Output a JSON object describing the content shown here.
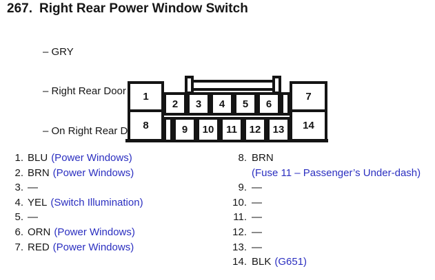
{
  "colors": {
    "signal_blue": "#2a2ec0",
    "text": "#161616"
  },
  "header": {
    "number": "267.",
    "title": "Right Rear Power Window Switch",
    "details": [
      "– GRY",
      "– Right Rear Door",
      "– On Right Rear Door Wire Harness"
    ]
  },
  "connector": {
    "pins": [
      "1",
      "2",
      "3",
      "4",
      "5",
      "6",
      "7",
      "8",
      "9",
      "10",
      "11",
      "12",
      "13",
      "14"
    ]
  },
  "pin_list": {
    "left": [
      {
        "num": "1.",
        "wire": "BLU",
        "signal": "(Power Windows)"
      },
      {
        "num": "2.",
        "wire": "BRN",
        "signal": "(Power Windows)"
      },
      {
        "num": "3.",
        "wire": "—",
        "signal": ""
      },
      {
        "num": "4.",
        "wire": "YEL",
        "signal": "(Switch Illumination)"
      },
      {
        "num": "5.",
        "wire": "—",
        "signal": ""
      },
      {
        "num": "6.",
        "wire": "ORN",
        "signal": "(Power Windows)"
      },
      {
        "num": "7.",
        "wire": "RED",
        "signal": "(Power Windows)"
      }
    ],
    "right": [
      {
        "num": "8.",
        "wire": "BRN",
        "signal": "(Fuse 11 – Passenger’s Under-dash)"
      },
      {
        "num": "9.",
        "wire": "—",
        "signal": ""
      },
      {
        "num": "10.",
        "wire": "—",
        "signal": ""
      },
      {
        "num": "11.",
        "wire": "—",
        "signal": ""
      },
      {
        "num": "12.",
        "wire": "—",
        "signal": ""
      },
      {
        "num": "13.",
        "wire": "—",
        "signal": ""
      },
      {
        "num": "14.",
        "wire": "BLK",
        "signal": "(G651)"
      }
    ]
  }
}
